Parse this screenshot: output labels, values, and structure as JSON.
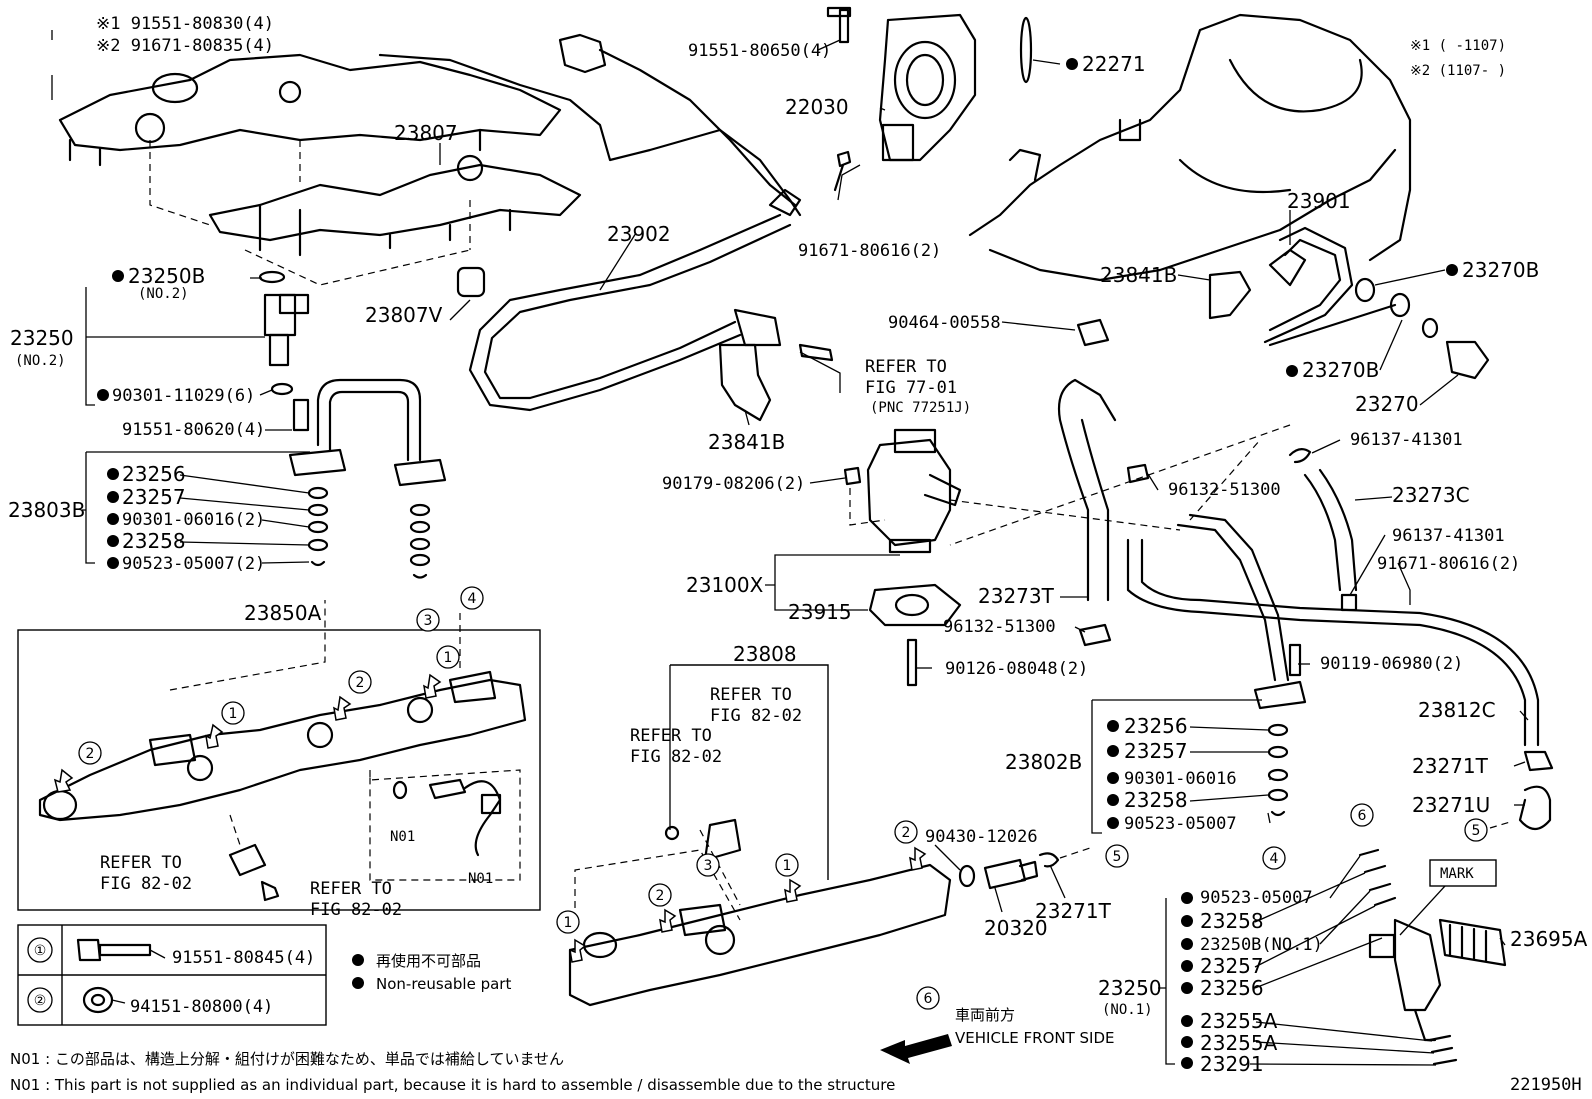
{
  "title_code": "221950H",
  "notes": {
    "serial1": "※1 (      -1107)",
    "serial2": "※2 (1107-      )"
  },
  "callouts": {
    "c_23807": "23807",
    "c_23807v": "23807V",
    "c_bolt_top1": "※1 91551-80830(4)",
    "c_bolt_top2": "※2 91671-80835(4)",
    "c_23902": "23902",
    "c_91551_80650": "91551-80650(4)",
    "c_22030": "22030",
    "c_22271": "22271",
    "c_91671_80616_a": "91671-80616(2)",
    "c_23901": "23901",
    "c_23841b_a": "23841B",
    "c_23270b_a": "23270B",
    "c_23270b_b": "23270B",
    "c_23270": "23270",
    "c_23250b_top": "23250B",
    "c_no2_a": "(NO.2)",
    "c_23250": "23250",
    "c_no2_b": "(NO.2)",
    "c_90301_11029": "90301-11029(6)",
    "c_91551_80620": "91551-80620(4)",
    "c_23803b": "23803B",
    "c_23256_a": "23256",
    "c_23257_a": "23257",
    "c_90301_06016_a": "90301-06016(2)",
    "c_23258_a": "23258",
    "c_90523_05007_a": "90523-05007(2)",
    "c_refer_77_a": "REFER TO",
    "c_refer_77_b": "FIG 77-01",
    "c_refer_77_c": "(PNC 77251J)",
    "c_23841b_b": "23841B",
    "c_90464": "90464-00558",
    "c_96137_a": "96137-41301",
    "c_96132_a": "96132-51300",
    "c_23273c": "23273C",
    "c_90179": "90179-08206(2)",
    "c_96137_b": "96137-41301",
    "c_91671_80616_b": "91671-80616(2)",
    "c_23100x": "23100X",
    "c_23915": "23915",
    "c_23273t": "23273T",
    "c_96132_b": "96132-51300",
    "c_90126": "90126-08048(2)",
    "c_90119": "90119-06980(2)",
    "c_23812c": "23812C",
    "c_23850a": "23850A",
    "c_23808": "23808",
    "c_refer_82_a1": "REFER TO",
    "c_refer_82_a2": "FIG 82-02",
    "c_refer_82_b1": "REFER TO",
    "c_refer_82_b2": "FIG 82-02",
    "c_refer_82_c1": "REFER TO",
    "c_refer_82_c2": "FIG 82-02",
    "c_refer_82_d1": "REFER TO",
    "c_refer_82_d2": "FIG 82-02",
    "c_n01_a": "N01",
    "c_n01_b": "N01",
    "c_23802b": "23802B",
    "c_23256_b": "23256",
    "c_23257_b": "23257",
    "c_90301_06016_b": "90301-06016",
    "c_23258_b": "23258",
    "c_90523_05007_b": "90523-05007",
    "c_23271t_a": "23271T",
    "c_23271u": "23271U",
    "c_90430": "90430-12026",
    "c_20320": "20320",
    "c_23271t_b": "23271T",
    "c_mark": "MARK",
    "c_23695a": "23695A",
    "c_90523_05007_c": "90523-05007",
    "c_23258_c": "23258",
    "c_23250b_no1": "23250B(NO.1)",
    "c_23257_c": "23257",
    "c_23256_c": "23256",
    "c_23250_no1": "23250",
    "c_no1": "(NO.1)",
    "c_23255a_a": "23255A",
    "c_23255a_b": "23255A",
    "c_23291": "23291"
  },
  "legend": {
    "row1_num": "①",
    "row1_part": "91551-80845(4)",
    "row2_num": "②",
    "row2_part": "94151-80800(4)",
    "nonreuse_jp": "再使用不可部品",
    "nonreuse_en": "Non-reusable part"
  },
  "direction": {
    "jp": "車両前方",
    "en": "VEHICLE FRONT SIDE"
  },
  "footnotes": {
    "jp": "N01 : この部品は、構造上分解・組付けが困難なため、単品では補給していません",
    "en": "N01 : This part is not supplied as an individual part, because it is hard to assemble / disassemble due to the structure"
  }
}
